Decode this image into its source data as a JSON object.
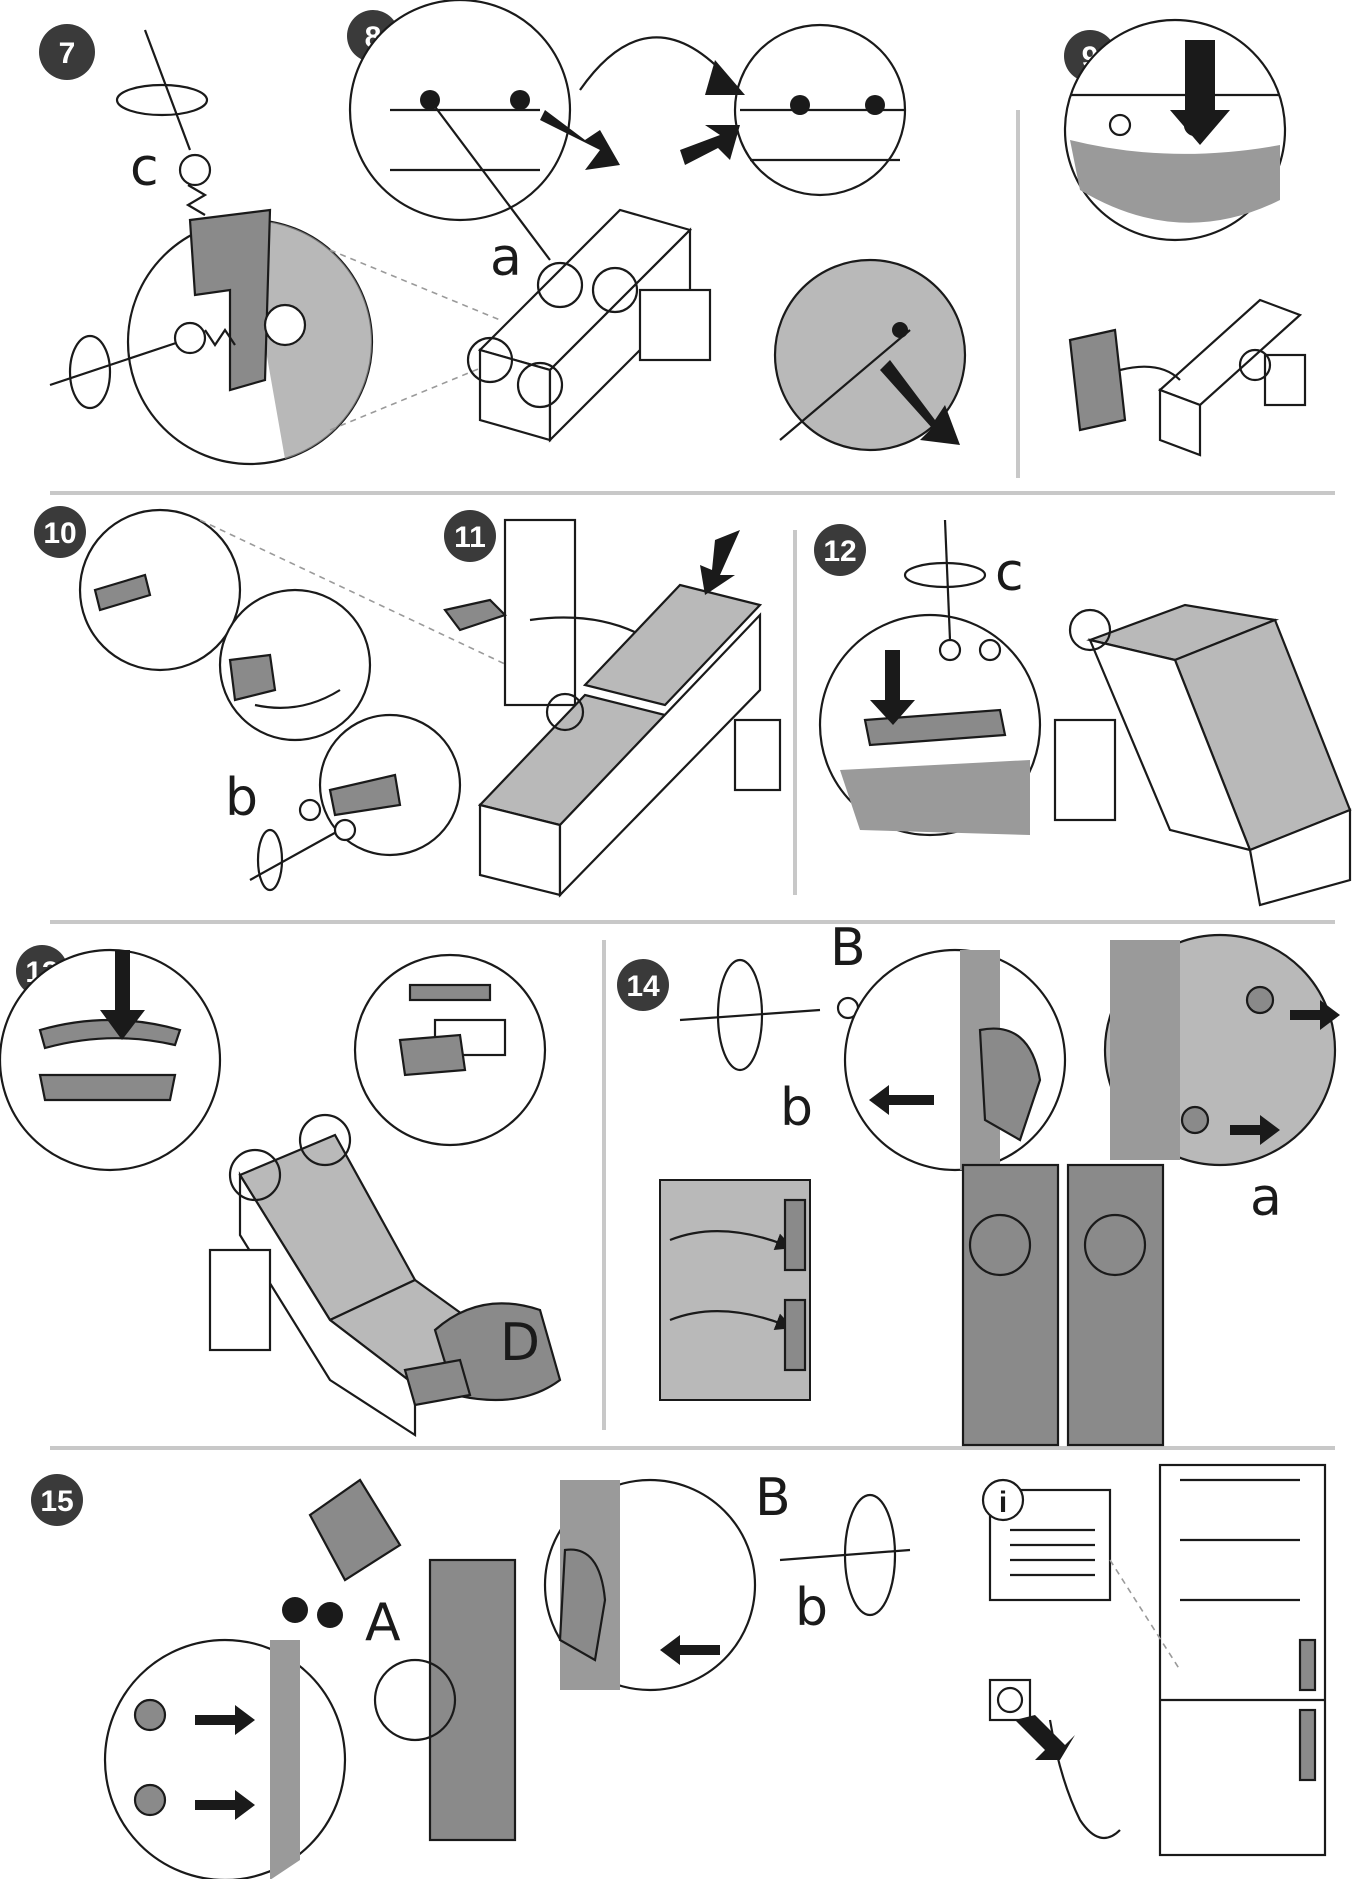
{
  "steps": [
    {
      "number": "7",
      "labels": [
        "c"
      ]
    },
    {
      "number": "8",
      "labels": [
        "a"
      ]
    },
    {
      "number": "9",
      "labels": []
    },
    {
      "number": "10",
      "labels": [
        "b"
      ]
    },
    {
      "number": "11",
      "labels": []
    },
    {
      "number": "12",
      "labels": [
        "c"
      ]
    },
    {
      "number": "13",
      "labels": [
        "D"
      ]
    },
    {
      "number": "14",
      "labels": [
        "B",
        "b",
        "a"
      ]
    },
    {
      "number": "15",
      "labels": [
        "A",
        "B",
        "b"
      ]
    }
  ],
  "info_icon": "i",
  "colors": {
    "badge": "#3a3a3a",
    "panel_gray": "#b9b9b9",
    "dark_gray": "#8a8a8a",
    "line": "#1a1a1a",
    "separator": "#c8c8c8"
  },
  "icons": [
    "screwdriver",
    "screw",
    "rotation-arrow",
    "push-arrow",
    "magnifier-circle",
    "hinge",
    "door-handle",
    "power-plug",
    "power-socket",
    "rating-label"
  ]
}
